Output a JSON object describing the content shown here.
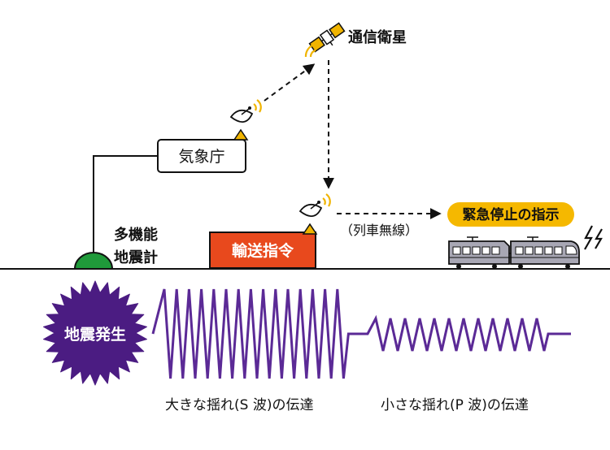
{
  "labels": {
    "satellite": "通信衛星",
    "jma": "気象庁",
    "seismometer_line1": "多機能",
    "seismometer_line2": "地震計",
    "transport_command": "輸送指令",
    "train_radio": "（列車無線）",
    "emergency_stop": "緊急停止の指示",
    "earthquake": "地震発生",
    "s_wave": "大きな揺れ(S 波)の伝達",
    "p_wave": "小さな揺れ(P 波)の伝達"
  },
  "colors": {
    "line": "#111111",
    "transport_box": "#e8491d",
    "emergency_pill": "#f5b800",
    "earthquake_burst": "#4b1c82",
    "wave": "#5b2a96",
    "seismometer_dome": "#1f9a3a",
    "antenna_base": "#f0b400",
    "signal": "#f0b400",
    "train_body": "#a8a7b4"
  },
  "icons": [
    "satellite-icon",
    "antenna-icon",
    "seismometer-icon",
    "train-icon",
    "lightning-icon",
    "earthquake-burst-icon"
  ]
}
